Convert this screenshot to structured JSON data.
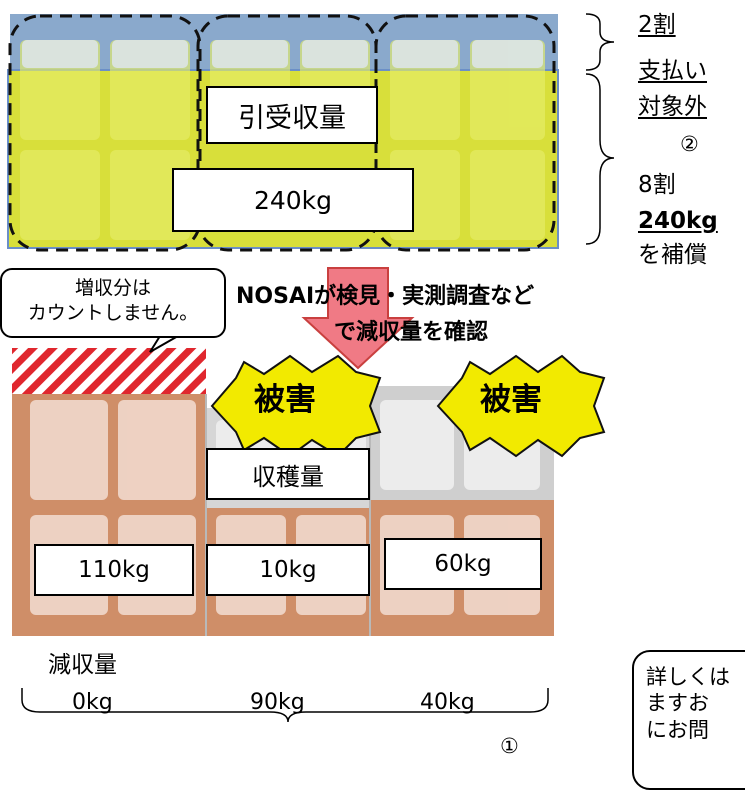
{
  "top": {
    "box1": "引受収量",
    "box2": "240kg",
    "right_label_1": "2割",
    "right_label_2": "支払い",
    "right_label_3": "対象外",
    "right_label_4": "②",
    "right_label_5": "8割",
    "right_label_6": "240kg",
    "right_label_7": "を補償"
  },
  "callout_increase": {
    "line1": "増収分は",
    "line2": "カウントしません。"
  },
  "arrow_text": {
    "line1": "NOSAIが検見・実測調査など",
    "line2": "で減収量を確認"
  },
  "damage": {
    "left": "被害",
    "right": "被害"
  },
  "bottom": {
    "harvest_label": "収穫量",
    "values": [
      "110kg",
      "10kg",
      "60kg"
    ],
    "decrease_title": "減収量",
    "decreases": [
      "0kg",
      "90kg",
      "40kg"
    ],
    "bracket_marker": "①"
  },
  "note": {
    "line1": "詳しくは",
    "line2": "ますお",
    "line3": "にお問"
  },
  "colors": {
    "sky": "#8aa9cc",
    "yellow": "#d8df3a",
    "orange": "#cf8e68",
    "grey": "#cfcfcf",
    "arrow": "#f07a85",
    "damage": "#f2ea00"
  }
}
